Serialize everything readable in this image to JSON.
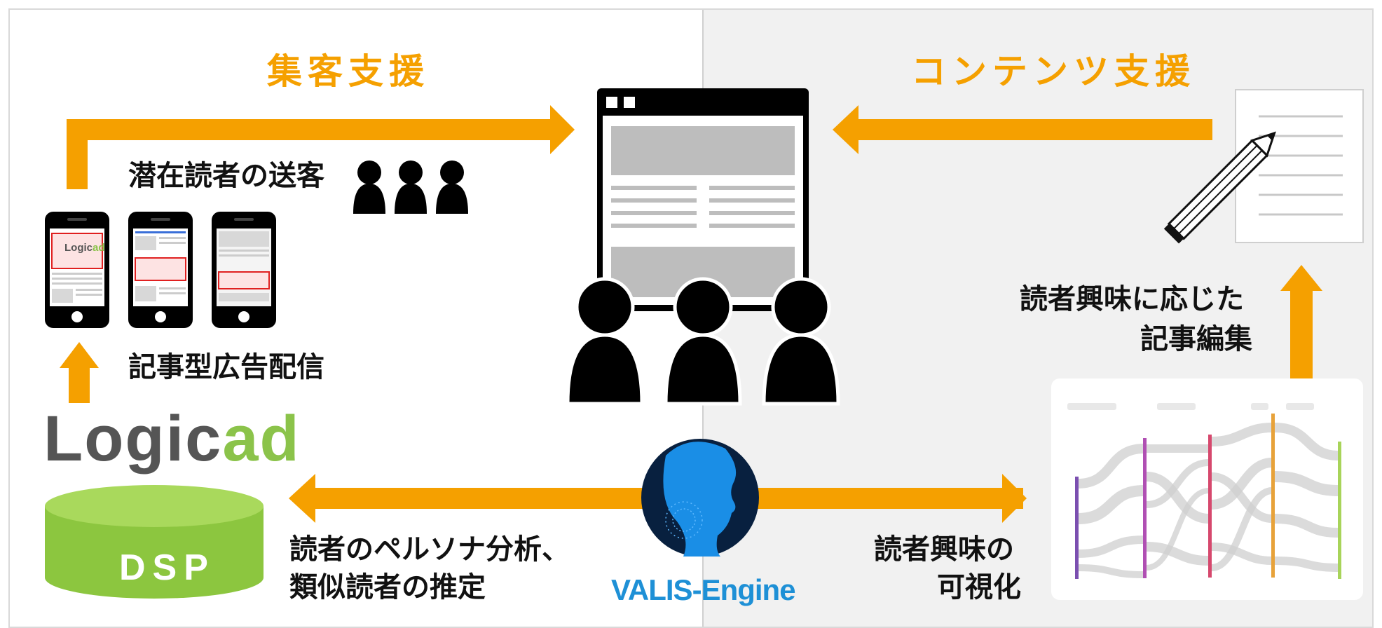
{
  "headings": {
    "left": "集客支援",
    "right": "コンテンツ支援"
  },
  "labels": {
    "send_readers": "潜在読者の送客",
    "native_ads": "記事型広告配信",
    "persona_line1": "読者のペルソナ分析、",
    "persona_line2": "類似読者の推定",
    "interest_viz_line1": "読者興味の",
    "interest_viz_line2": "可視化",
    "editing_line1": "読者興味に応じた",
    "editing_line2": "記事編集"
  },
  "brands": {
    "logicad_main": "Logic",
    "logicad_accent": "ad",
    "dsp": "DSP",
    "valis": "VALIS-Engine"
  },
  "colors": {
    "arrow": "#f5a000",
    "valis_blue": "#1e90d6",
    "dsp_green": "#8cc63f",
    "panel_gray": "#f1f1f1"
  },
  "icons": [
    "person-icon",
    "smartphone-icon",
    "browser-window-icon",
    "document-icon",
    "pencil-icon",
    "database-icon",
    "valis-head-icon",
    "sankey-chart-thumbnail"
  ]
}
